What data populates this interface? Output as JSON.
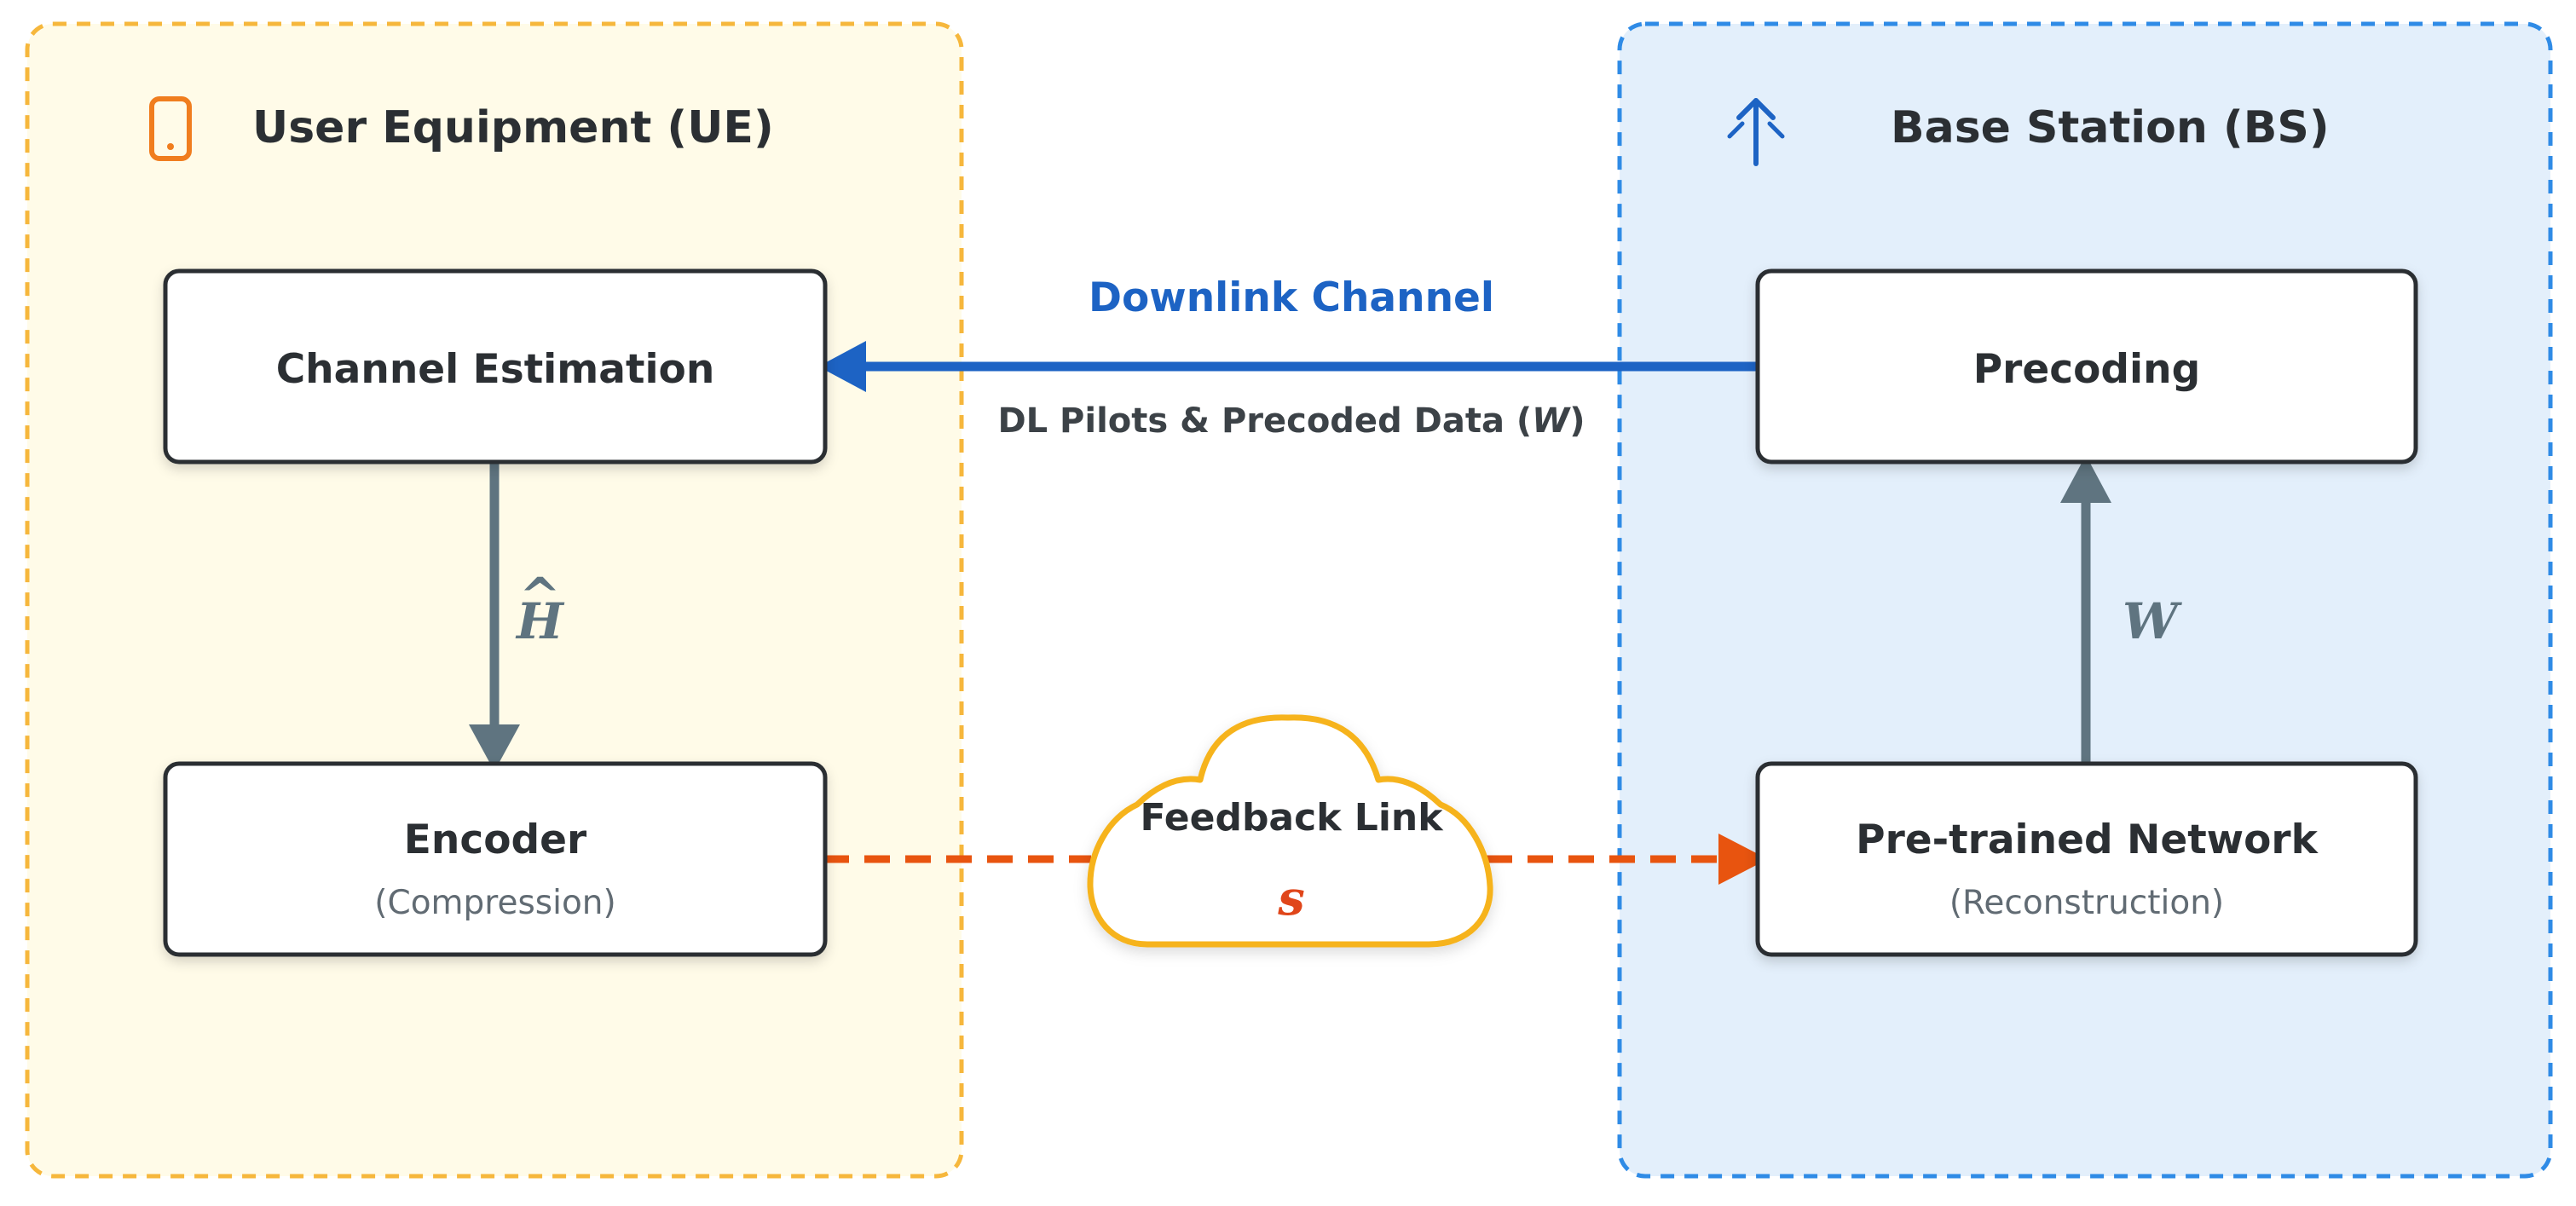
{
  "user_equipment": {
    "title": "User Equipment (UE)",
    "icon": "smartphone-icon",
    "accent_color": "#f6b73c",
    "fill_color": "#fffbe8"
  },
  "base_station": {
    "title": "Base Station (BS)",
    "icon": "antenna-icon",
    "accent_color": "#2f8be6",
    "fill_color": "#e3effb"
  },
  "boxes": {
    "channel_estimation": {
      "title": "Channel Estimation"
    },
    "encoder": {
      "title": "Encoder",
      "subtitle": "(Compression)"
    },
    "precoding": {
      "title": "Precoding"
    },
    "pretrained_network": {
      "title": "Pre-trained Network",
      "subtitle": "(Reconstruction)"
    }
  },
  "downlink": {
    "title": "Downlink Channel",
    "subtitle_prefix": "DL Pilots & Precoded Data (",
    "subtitle_symbol": "W",
    "subtitle_suffix": ")",
    "color": "#1d63c4"
  },
  "ue_arrow_label": {
    "symbol": "H",
    "hat": "^"
  },
  "bs_arrow_label": {
    "symbol": "W"
  },
  "feedback": {
    "title": "Feedback Link",
    "symbol": "s",
    "cloud_color": "#f6b31c",
    "arrow_color": "#e8540f"
  },
  "colors": {
    "box_border": "#2b2f33",
    "internal_arrow": "#5f7480"
  }
}
